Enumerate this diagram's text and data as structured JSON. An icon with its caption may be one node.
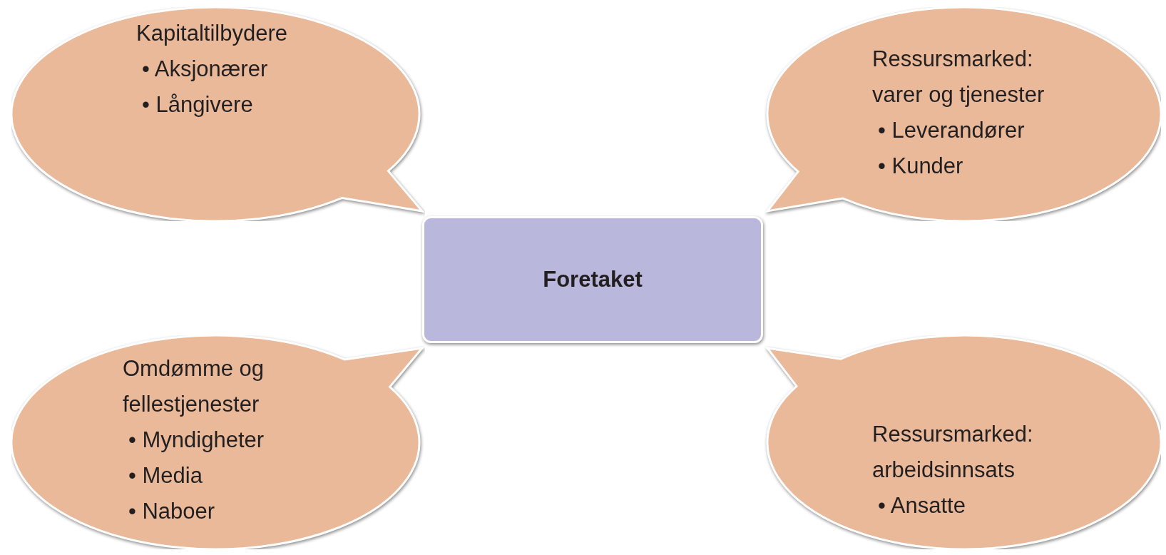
{
  "diagram": {
    "nodes": [
      {
        "text": [
          "Kapitaltilbydere",
          "• Aksjonærer",
          "• Långivere"
        ]
      },
      {
        "text": [
          "Ressursmarked: varer og tjenester",
          "• Leverandører",
          "• Kunder"
        ]
      },
      {
        "text": [
          "Foretaket"
        ]
      },
      {
        "text": [
          "Omdømme og fellestjenester",
          "• Myndigheter",
          "• Media",
          "• Naboer"
        ]
      },
      {
        "text": [
          "Ressursmarked: arbeidsinnsats",
          "• Ansatte"
        ]
      }
    ]
  }
}
